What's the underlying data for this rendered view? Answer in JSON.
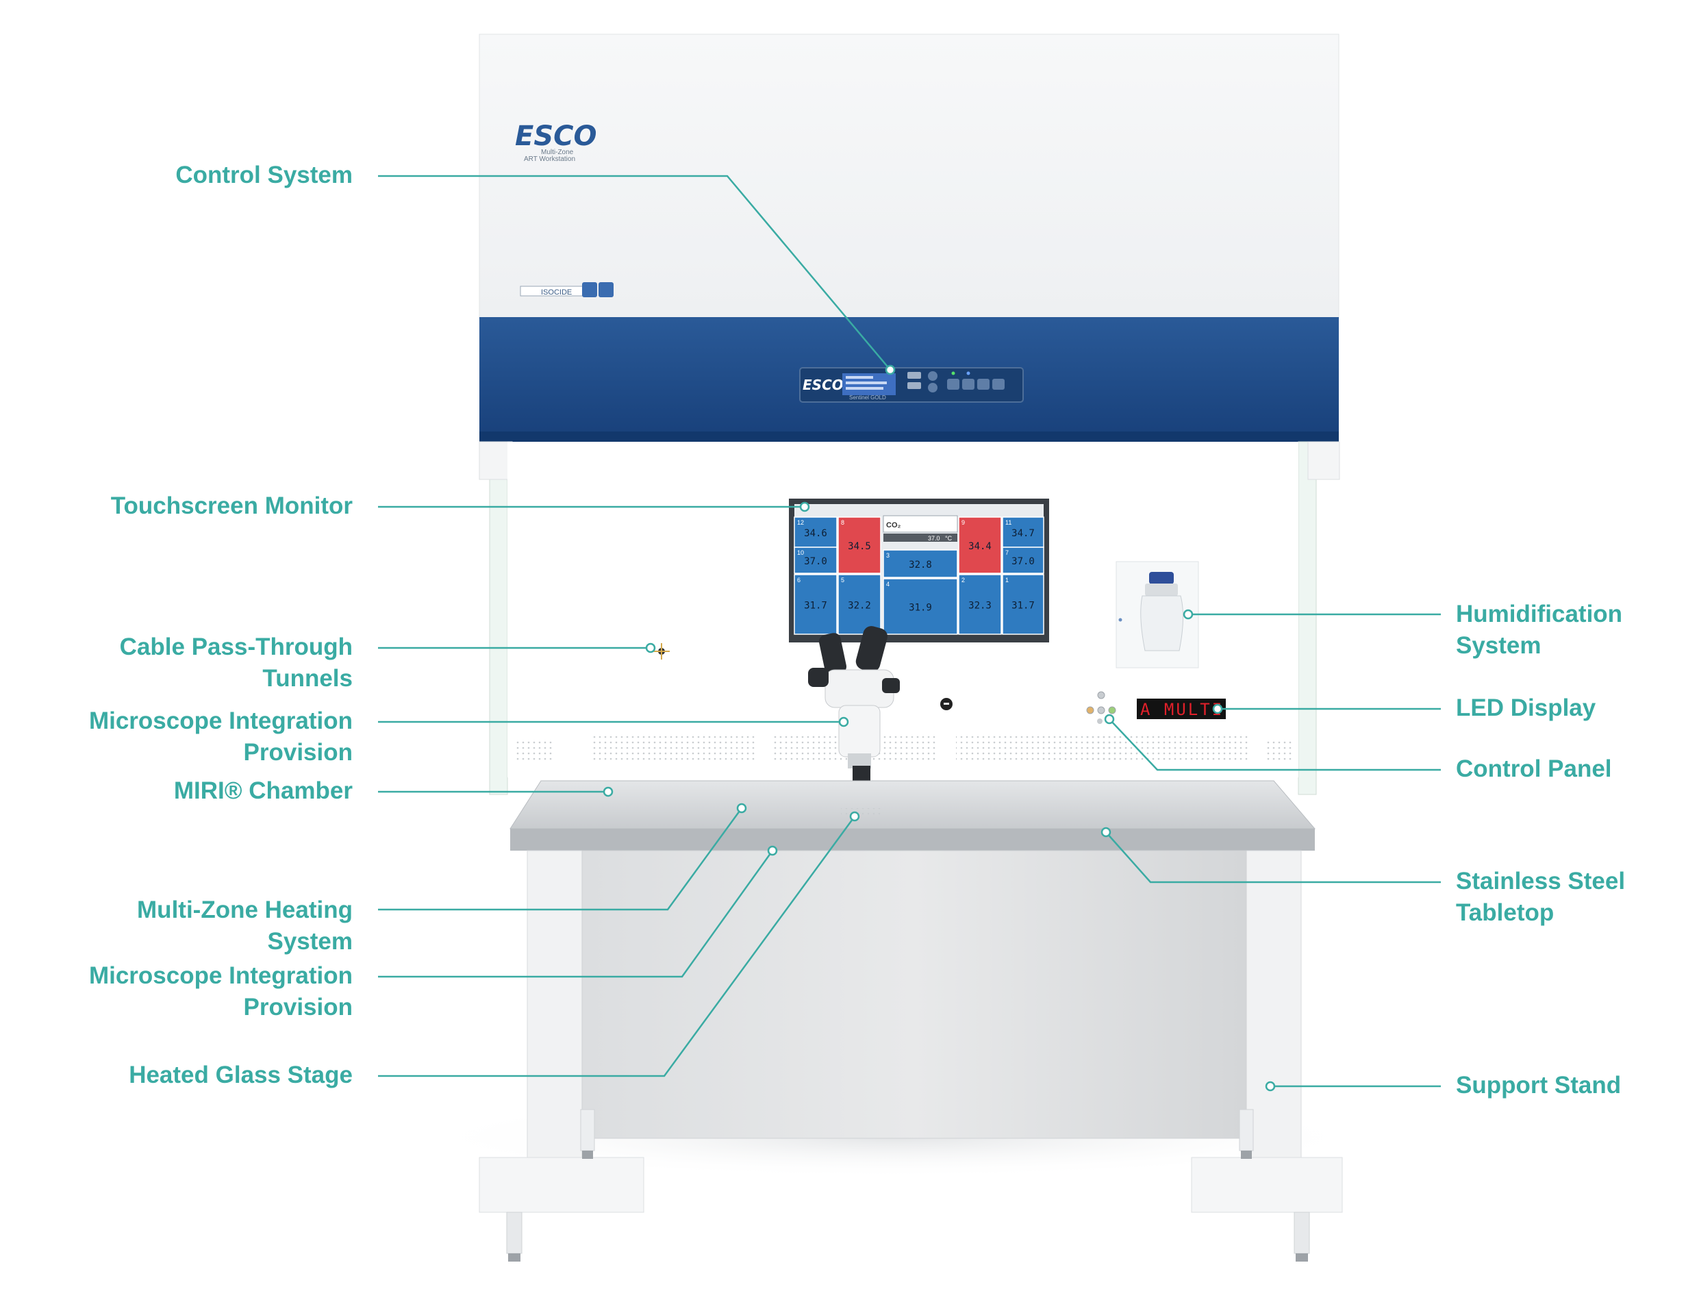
{
  "colors": {
    "accent": "#3aaba3",
    "hood_blue": "#1e4a84",
    "display_red": "#e0202a",
    "tile_blue": "#2f7bc0",
    "tile_red": "#e0484e"
  },
  "product": {
    "brand": "ESCO",
    "subtitle_line1": "Multi-Zone",
    "subtitle_line2": "ART Workstation",
    "badge": "ISOCIDE",
    "control_brand": "ESCO",
    "control_footer": "Sentinel GOLD",
    "led_text": "A MULTI"
  },
  "monitor": {
    "tiles": [
      {
        "id": "12",
        "value": "34.6",
        "color": "blue"
      },
      {
        "id": "10",
        "value": "37.0",
        "color": "blue"
      },
      {
        "id": "8",
        "value": "34.5",
        "color": "red"
      },
      {
        "id": "6",
        "value": "31.7",
        "color": "blue"
      },
      {
        "id": "5",
        "value": "32.2",
        "color": "blue"
      },
      {
        "id": "3",
        "value": "32.8",
        "color": "blue"
      },
      {
        "id": "4",
        "value": "31.9",
        "color": "blue"
      },
      {
        "id": "9",
        "value": "34.4",
        "color": "red"
      },
      {
        "id": "11",
        "value": "34.7",
        "color": "blue"
      },
      {
        "id": "7",
        "value": "37.0",
        "color": "blue"
      },
      {
        "id": "2",
        "value": "32.3",
        "color": "blue"
      },
      {
        "id": "1",
        "value": "31.7",
        "color": "blue"
      }
    ],
    "co2_label": "CO₂",
    "co2_value": "37.0",
    "co2_unit": "°C"
  },
  "callouts": [
    {
      "key": "control-system",
      "side": "left",
      "lines": [
        "Control System"
      ]
    },
    {
      "key": "touchscreen-monitor",
      "side": "left",
      "lines": [
        "Touchscreen Monitor"
      ]
    },
    {
      "key": "cable-pass-through-tunnels",
      "side": "left",
      "lines": [
        "Cable Pass-Through",
        "Tunnels"
      ]
    },
    {
      "key": "microscope-integration-provision-1",
      "side": "left",
      "lines": [
        "Microscope Integration",
        "Provision"
      ]
    },
    {
      "key": "miri-chamber",
      "side": "left",
      "lines": [
        "MIRI® Chamber"
      ]
    },
    {
      "key": "multi-zone-heating-system",
      "side": "left",
      "lines": [
        "Multi-Zone Heating",
        "System"
      ]
    },
    {
      "key": "microscope-integration-provision-2",
      "side": "left",
      "lines": [
        "Microscope Integration",
        "Provision"
      ]
    },
    {
      "key": "heated-glass-stage",
      "side": "left",
      "lines": [
        "Heated Glass Stage"
      ]
    },
    {
      "key": "humidification-system",
      "side": "right",
      "lines": [
        "Humidification",
        "System"
      ]
    },
    {
      "key": "led-display",
      "side": "right",
      "lines": [
        "LED Display"
      ]
    },
    {
      "key": "control-panel",
      "side": "right",
      "lines": [
        "Control Panel"
      ]
    },
    {
      "key": "stainless-steel-tabletop",
      "side": "right",
      "lines": [
        "Stainless Steel",
        "Tabletop"
      ]
    },
    {
      "key": "support-stand",
      "side": "right",
      "lines": [
        "Support Stand"
      ]
    }
  ]
}
